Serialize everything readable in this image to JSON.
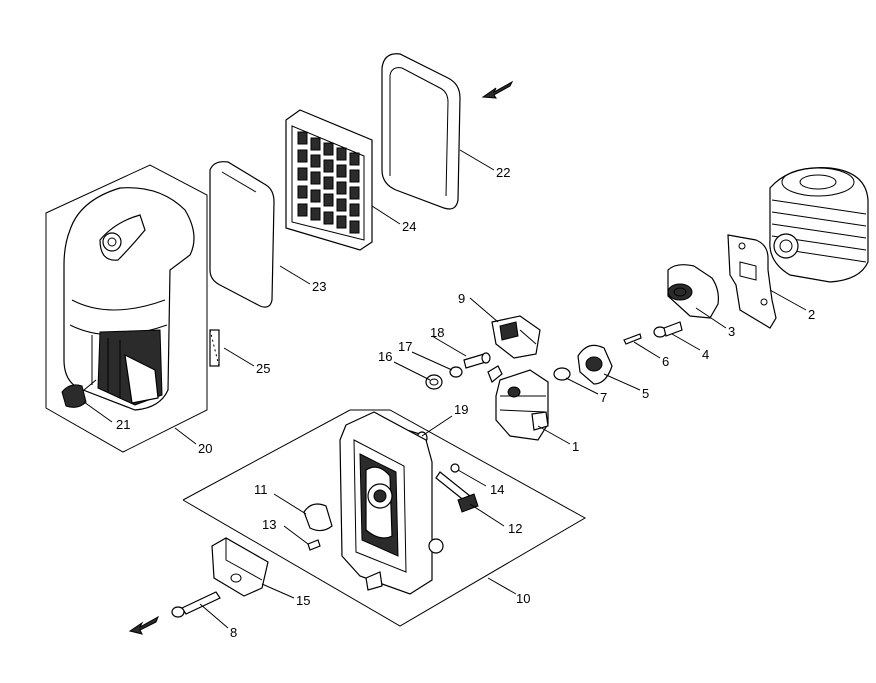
{
  "diagram": {
    "part_numbers": {
      "p1": "1",
      "p2": "2",
      "p3": "3",
      "p4": "4",
      "p5": "5",
      "p6": "6",
      "p7": "7",
      "p8": "8",
      "p9": "9",
      "p10": "10",
      "p11": "11",
      "p12": "12",
      "p13": "13",
      "p14": "14",
      "p15": "15",
      "p16": "16",
      "p17": "17",
      "p18": "18",
      "p19": "19",
      "p20": "20",
      "p21": "21",
      "p22": "22",
      "p23": "23",
      "p24": "24",
      "p25": "25"
    },
    "icons": {
      "direction_arrow_top": "arrow-icon",
      "direction_arrow_bottom": "arrow-icon"
    },
    "colors": {
      "line": "#000000",
      "background": "#ffffff"
    }
  }
}
